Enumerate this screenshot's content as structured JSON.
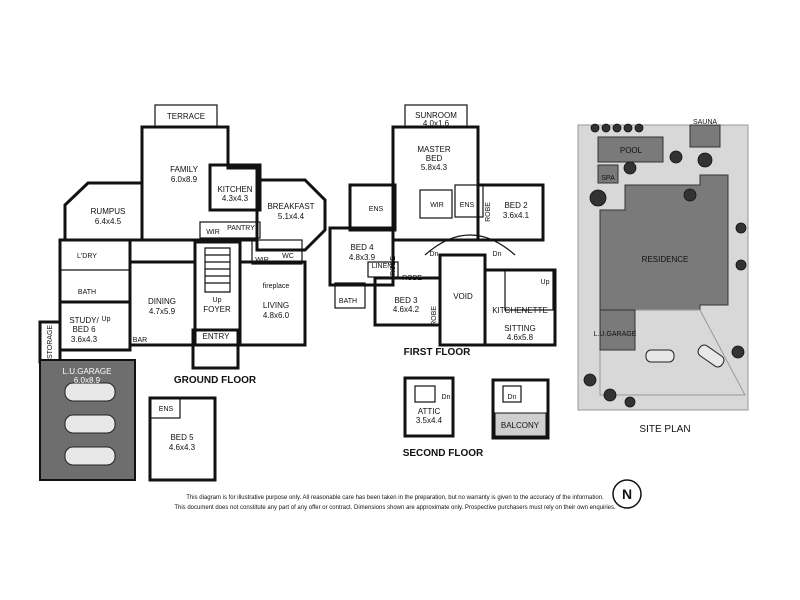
{
  "floors": {
    "ground": "GROUND FLOOR",
    "first": "FIRST FLOOR",
    "second": "SECOND FLOOR",
    "site": "SITE PLAN"
  },
  "rooms": {
    "terrace": "TERRACE",
    "family": "FAMILY",
    "family_dim": "6.0x8.9",
    "kitchen": "KITCHEN",
    "kitchen_dim": "4.3x4.3",
    "breakfast": "BREAKFAST",
    "breakfast_dim": "5.1x4.4",
    "rumpus": "RUMPUS",
    "rumpus_dim": "6.4x4.5",
    "pantry": "PANTRY",
    "wir_g": "WIR",
    "wir_g2": "WIR",
    "wc": "WC",
    "laundry": "L'DRY",
    "bath_g": "BATH",
    "study": "STUDY/",
    "study2": "BED 6",
    "study_dim": "3.6x4.3",
    "storage": "STORAGE",
    "dining": "DINING",
    "dining_dim": "4.7x5.9",
    "foyer": "FOYER",
    "living": "LIVING",
    "living_dim": "4.8x6.0",
    "fireplace": "fireplace",
    "bar": "BAR",
    "entry": "ENTRY",
    "up_g": "Up",
    "up_g2": "Up",
    "garage": "L.U.GARAGE",
    "garage_dim": "6.0x8.9",
    "ens_b5": "ENS",
    "bed5": "BED 5",
    "bed5_dim": "4.6x4.3",
    "sunroom": "SUNROOM",
    "sunroom_dim": "4.0x1.6",
    "master": "MASTER",
    "master2": "BED",
    "master_dim": "5.8x4.3",
    "ens1": "ENS",
    "wir1": "WIR",
    "ens2": "ENS",
    "robe1": "ROBE",
    "bed2": "BED 2",
    "bed2_dim": "3.6x4.1",
    "bed4": "BED 4",
    "bed4_dim": "4.8x3.9",
    "robe2": "ROBE",
    "linen": "LINEN",
    "robe3": "ROBE",
    "bath1": "BATH",
    "bed3": "BED 3",
    "bed3_dim": "4.6x4.2",
    "robe4": "ROBE",
    "void": "VOID",
    "dn1": "Dn",
    "dn2": "Dn",
    "up1": "Up",
    "kitchenette": "KITCHENETTE",
    "sitting": "SITTING",
    "sitting_dim": "4.6x5.8",
    "attic": "ATTIC",
    "attic_dim": "3.5x4.4",
    "dn_attic": "Dn",
    "dn_balc": "Dn",
    "balcony": "BALCONY",
    "sauna": "SAUNA",
    "pool": "POOL",
    "spa": "SPA",
    "residence": "RESIDENCE",
    "site_garage": "L.U.GARAGE"
  },
  "disclaimer": {
    "line1": "This diagram is for illustrative purpose only. All reasonable care has been taken in the preparation, but no warranty is given to the accuracy of the information.",
    "line2": "This document does not constitute any part of any offer or contract. Dimensions shown are approximate only. Prospective purchasers must rely on their own enquiries."
  },
  "compass": {
    "label": "N"
  }
}
